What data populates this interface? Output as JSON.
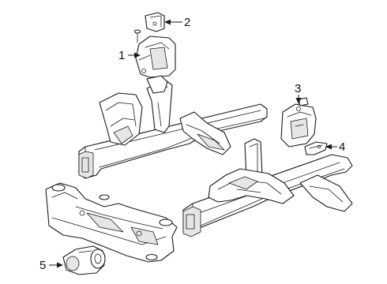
{
  "diagram": {
    "callouts": [
      {
        "id": "1",
        "label": "1"
      },
      {
        "id": "2",
        "label": "2"
      },
      {
        "id": "3",
        "label": "3"
      },
      {
        "id": "4",
        "label": "4"
      },
      {
        "id": "5",
        "label": "5"
      }
    ],
    "colors": {
      "line": "#1a1a1a",
      "background": "#ffffff",
      "shade": "#e6e6e6"
    }
  }
}
